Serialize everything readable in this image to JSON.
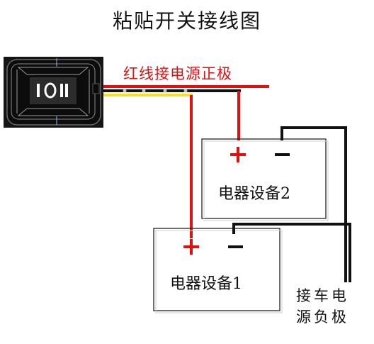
{
  "title": "粘贴开关接线图",
  "switch": {
    "symbols": "I O II"
  },
  "wire_caption": "红线接电源正极",
  "devices": [
    {
      "plus": "+",
      "minus": "−",
      "label": "电器设备2"
    },
    {
      "plus": "+",
      "minus": "−",
      "label": "电器设备1"
    }
  ],
  "negative_label": [
    "接车电",
    "源负极"
  ],
  "colors": {
    "red_wire": "#e01010",
    "black_wire": "#111111",
    "yellow_wire": "#f2e02a",
    "switch_body": "#151515"
  }
}
